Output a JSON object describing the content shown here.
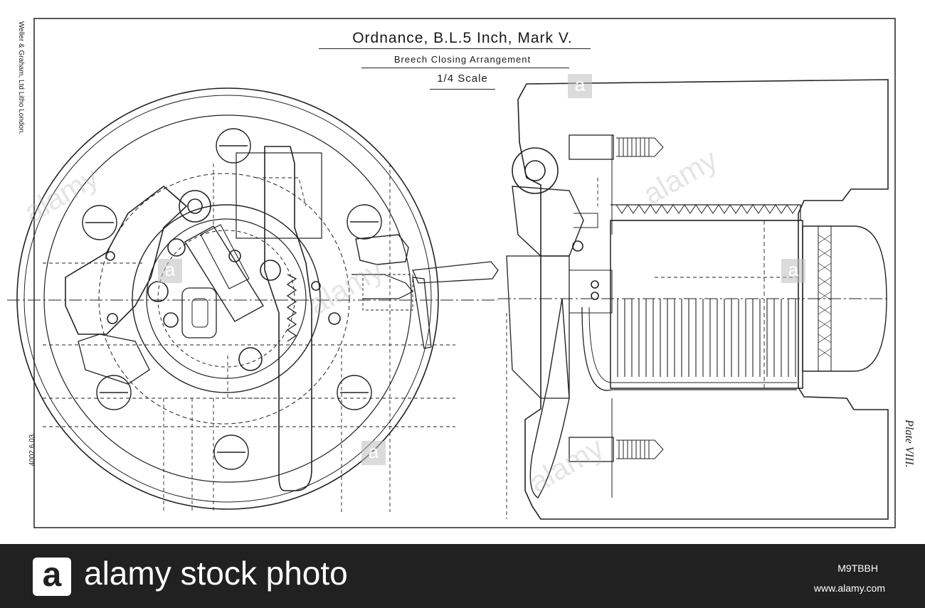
{
  "plate": {
    "title": "Ordnance, B.L.5 Inch, Mark V.",
    "subtitle": "Breech Closing Arrangement",
    "scale": "1/4 Scale",
    "printer": "Weller & Graham, Ltd Litho London.",
    "plate_number": "Plate VIII.",
    "reference": "4002.6.03."
  },
  "watermark": {
    "text": "alamy",
    "box_letter": "a"
  },
  "footer": {
    "logo_letter": "a",
    "brand": "alamy stock photo",
    "image_id": "M9TBBH",
    "site": "www.alamy.com"
  }
}
